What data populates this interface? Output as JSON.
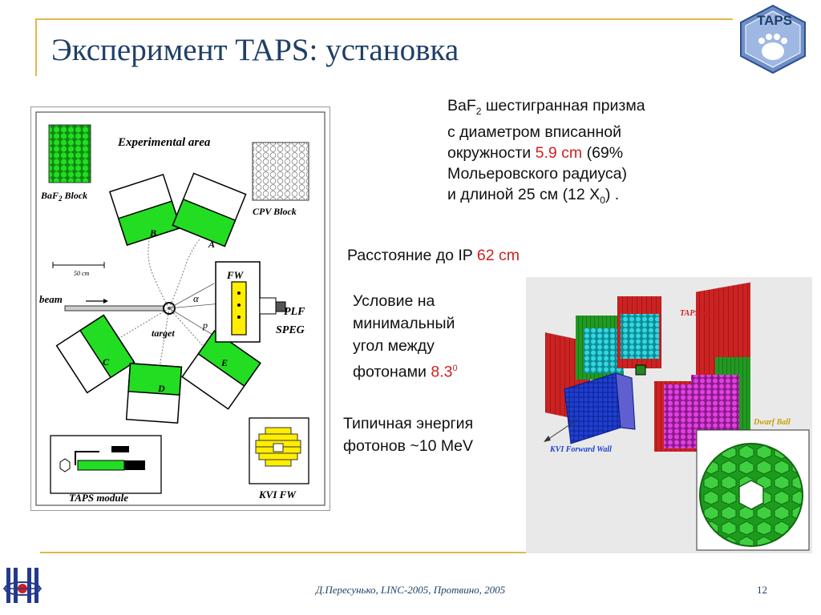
{
  "slide": {
    "title": "Эксперимент TAPS: установка",
    "logo_text": "TAPS",
    "footer": "Д.Пересунько, LINC-2005, Протвино, 2005",
    "page_number": "12"
  },
  "text": {
    "p1_baf": "BaF",
    "p1_sub2": "2",
    "p1_line1_rest": " шестигранная призма",
    "p1_line2": "с диаметром вписанной",
    "p1_line3_a": "окружности ",
    "p1_line3_red": "5.9 cm",
    "p1_line3_b": " (69%",
    "p1_line4": "Мольеровского радиуса)",
    "p1_line5_a": "и длиной 25 см (12 X",
    "p1_line5_sub": "0",
    "p1_line5_b": ") .",
    "p2_a": "Расстояние до IP ",
    "p2_red": "62 cm",
    "p3_line1": "Условие на",
    "p3_line2": "минимальный",
    "p3_line3": "угол между",
    "p3_line4_a": "фотонами ",
    "p3_line4_red": "8.3",
    "p3_line4_sup": "0",
    "p4_line1": "Типичная энергия",
    "p4_line2": "фотонов ~10 MeV"
  },
  "diagram": {
    "experimental_area": "Experimental area",
    "baf2_block": "BaF",
    "baf2_sub": "2",
    "baf2_block_rest": " Block",
    "cpv_block": "CPV Block",
    "scale": "50 cm",
    "beam": "beam",
    "target": "target",
    "fw": "FW",
    "alpha": "α",
    "p": "p",
    "plf": "PLF",
    "speg": "SPEG",
    "taps_module": "TAPS module",
    "kvi_fw": "KVI FW",
    "blocks": [
      "A",
      "B",
      "C",
      "D",
      "E"
    ]
  },
  "render3d": {
    "taps_blocks": "TAPS blocks",
    "kvi_forward_wall": "KVI Forward Wall",
    "dwarf_ball": "Dwarf Ball"
  },
  "colors": {
    "title": "#1f3f68",
    "accent_rule": "#e0b84a",
    "highlight": "#d02020",
    "detector_green": "#22dd22"
  }
}
